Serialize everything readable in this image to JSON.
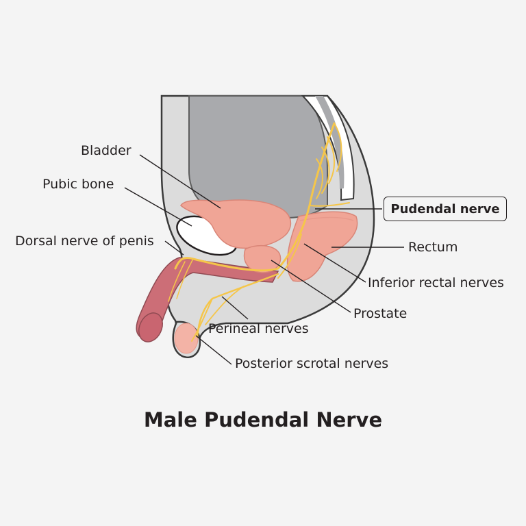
{
  "title": "Male Pudendal Nerve",
  "labels": {
    "bladder": "Bladder",
    "pubic_bone": "Pubic bone",
    "dorsal_nerve": "Dorsal nerve of penis",
    "pudendal_nerve": "Pudendal nerve",
    "rectum": "Rectum",
    "inferior_rectal": "Inferior rectal nerves",
    "prostate": "Prostate",
    "perineal": "Perineal nerves",
    "posterior_scrotal": "Posterior scrotal nerves"
  },
  "colors": {
    "background": "#f4f4f4",
    "body_tissue": "#dcdcdc",
    "body_outline": "#3a3a3a",
    "cavity": "#a9aaad",
    "organ_pink": "#f0a596",
    "penis": "#cc6e77",
    "nerve": "#f5c64a",
    "text": "#231f20"
  }
}
